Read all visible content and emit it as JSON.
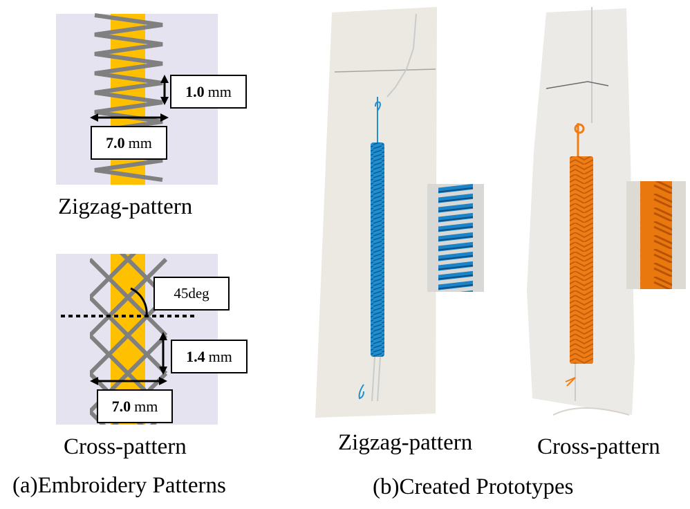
{
  "panel_a": {
    "zigzag": {
      "pitch_value": "1.0",
      "pitch_unit": "mm",
      "width_value": "7.0",
      "width_unit": "mm",
      "caption": "Zigzag-pattern"
    },
    "cross": {
      "angle_label": "45deg",
      "pitch_value": "1.4",
      "pitch_unit": "mm",
      "width_value": "7.0",
      "width_unit": "mm",
      "caption": "Cross-pattern"
    },
    "caption": "(a)Embroidery Patterns"
  },
  "panel_b": {
    "zigzag_caption": "Zigzag-pattern",
    "cross_caption": "Cross-pattern",
    "caption": "(b)Created Prototypes"
  },
  "colors": {
    "background_panel": "#e6e3f1",
    "tape": "#ffc000",
    "stitch": "#808080",
    "blue_thread": "#1f8fd0",
    "orange_thread": "#ef7d17",
    "fabric": "#ebe9e2"
  }
}
